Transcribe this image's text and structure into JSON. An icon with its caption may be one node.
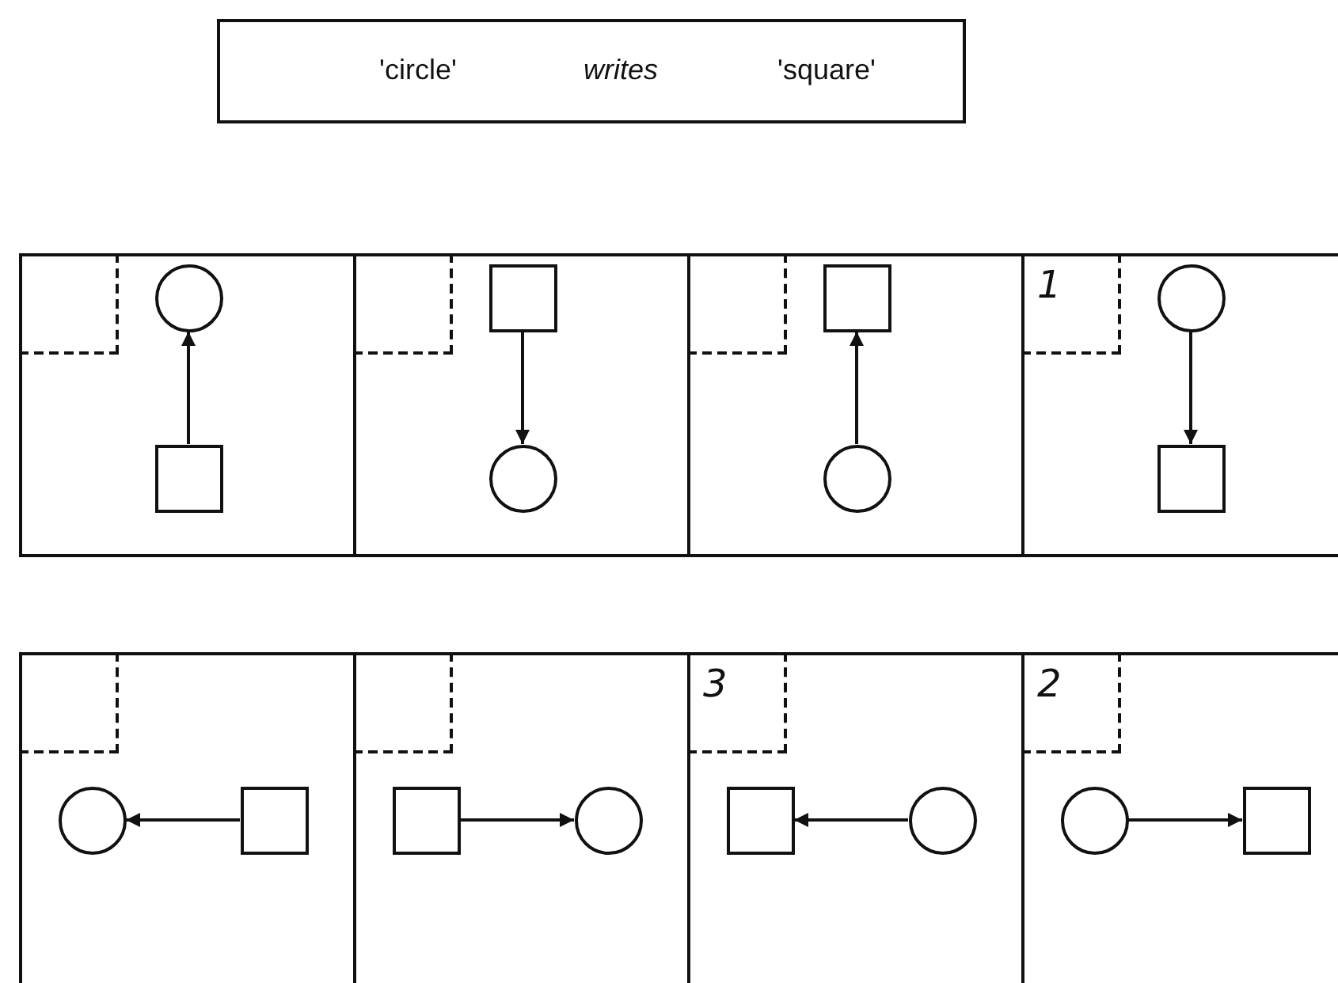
{
  "diagram": {
    "nodes": [
      {
        "text": [
          "'circle'",
          "writes",
          "'square'"
        ]
      },
      {
        "text": [],
        "shape": "box"
      },
      {
        "text": [],
        "shape": "box",
        "in": 1
      },
      {
        "text": [],
        "shape": "circle",
        "in": 1
      },
      {
        "text": [],
        "shape": "box",
        "in": 1
      },
      {
        "text": [],
        "shape": "box"
      },
      {
        "text": [],
        "shape": "box",
        "in": 5
      },
      {
        "text": [],
        "shape": "box",
        "in": 5
      },
      {
        "text": [],
        "shape": "circle",
        "in": 5
      },
      {
        "text": [],
        "shape": "box"
      },
      {
        "text": [],
        "shape": "box",
        "in": 9
      },
      {
        "text": [],
        "shape": "box",
        "in": 9
      },
      {
        "text": [],
        "shape": "circle",
        "in": 9
      },
      {
        "text": [],
        "shape": "box"
      },
      {
        "text": [
          "1"
        ],
        "in": 13
      },
      {
        "text": [],
        "shape": "circle",
        "in": 13
      },
      {
        "text": [],
        "shape": "box",
        "in": 13
      },
      {
        "text": [],
        "shape": "box"
      },
      {
        "text": [],
        "shape": "box",
        "in": 17
      },
      {
        "text": [],
        "shape": "circle",
        "in": 17
      },
      {
        "text": [],
        "shape": "box",
        "in": 17
      },
      {
        "text": [],
        "shape": "box"
      },
      {
        "text": [],
        "shape": "box",
        "in": 21
      },
      {
        "text": [],
        "shape": "box",
        "in": 21
      },
      {
        "text": [],
        "shape": "circle",
        "in": 21
      },
      {
        "text": [],
        "shape": "box"
      },
      {
        "text": [
          "3"
        ],
        "in": 25
      },
      {
        "text": [],
        "shape": "box",
        "in": 25
      },
      {
        "text": [],
        "shape": "circle",
        "in": 25
      },
      {
        "text": [],
        "shape": "box"
      },
      {
        "text": [
          "2"
        ],
        "in": 29
      },
      {
        "text": [],
        "shape": "circle",
        "in": 29
      },
      {
        "text": [],
        "shape": "box",
        "in": 29
      }
    ],
    "edges": [
      {
        "from": 4,
        "to": 3,
        "arrow": "to"
      },
      {
        "from": 7,
        "to": 8,
        "arrow": "to"
      },
      {
        "from": 12,
        "to": 11,
        "arrow": "to"
      },
      {
        "from": 15,
        "to": 16,
        "arrow": "to"
      },
      {
        "from": 20,
        "to": 19,
        "arrow": "to"
      },
      {
        "from": 23,
        "to": 24,
        "arrow": "to"
      },
      {
        "from": 28,
        "to": 27,
        "arrow": "to"
      },
      {
        "from": 31,
        "to": 32,
        "arrow": "to"
      }
    ]
  }
}
